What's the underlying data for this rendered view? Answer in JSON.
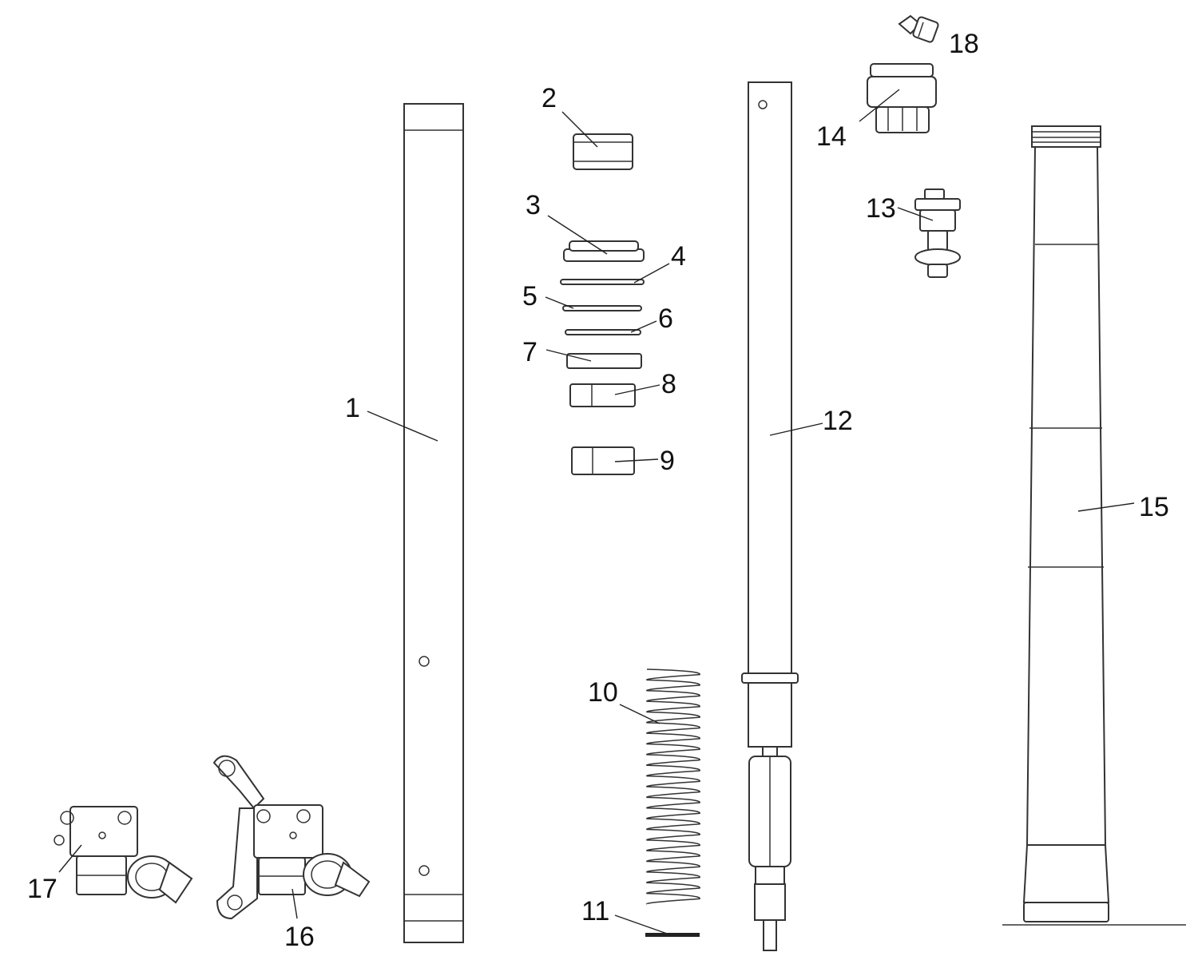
{
  "callouts": [
    {
      "id": "1",
      "label": "1"
    },
    {
      "id": "2",
      "label": "2"
    },
    {
      "id": "3",
      "label": "3"
    },
    {
      "id": "4",
      "label": "4"
    },
    {
      "id": "5",
      "label": "5"
    },
    {
      "id": "6",
      "label": "6"
    },
    {
      "id": "7",
      "label": "7"
    },
    {
      "id": "8",
      "label": "8"
    },
    {
      "id": "9",
      "label": "9"
    },
    {
      "id": "10",
      "label": "10"
    },
    {
      "id": "11",
      "label": "11"
    },
    {
      "id": "12",
      "label": "12"
    },
    {
      "id": "13",
      "label": "13"
    },
    {
      "id": "14",
      "label": "14"
    },
    {
      "id": "15",
      "label": "15"
    },
    {
      "id": "16",
      "label": "16"
    },
    {
      "id": "17",
      "label": "17"
    },
    {
      "id": "18",
      "label": "18"
    }
  ],
  "colors": {
    "line": "#333333",
    "background": "#ffffff"
  }
}
